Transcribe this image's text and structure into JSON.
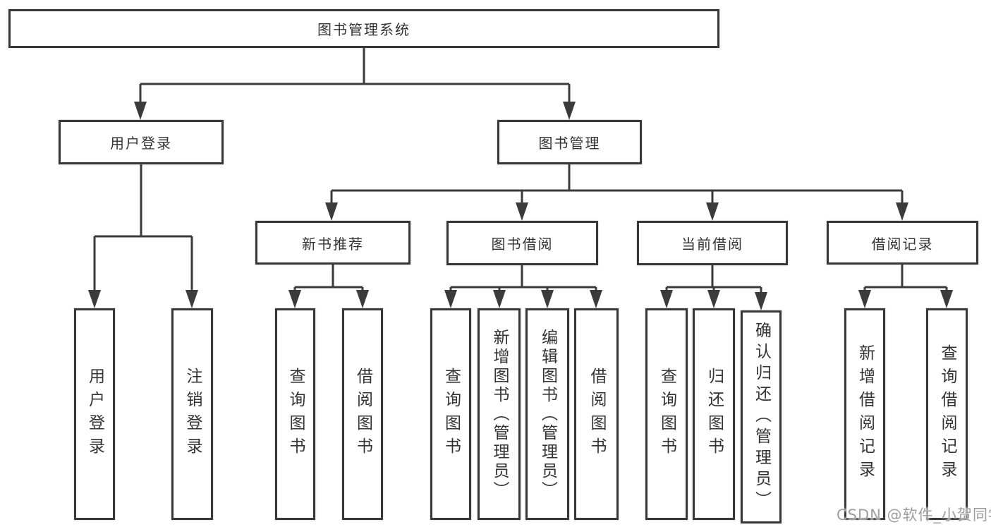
{
  "colors": {
    "border": "#383838",
    "line": "#3b3b3b",
    "text": "#333333",
    "watermark": "#9e9e9e",
    "background": "#ffffff"
  },
  "tree": {
    "root": {
      "label": "图书管理系统",
      "children": [
        {
          "label": "用户登录",
          "children": [
            {
              "label": "用户登录"
            },
            {
              "label": "注销登录"
            }
          ]
        },
        {
          "label": "图书管理",
          "children": [
            {
              "label": "新书推荐",
              "children": [
                {
                  "label": "查询图书"
                },
                {
                  "label": "借阅图书"
                }
              ]
            },
            {
              "label": "图书借阅",
              "children": [
                {
                  "label": "查询图书"
                },
                {
                  "label": "新增图书（管理员）"
                },
                {
                  "label": "编辑图书（管理员）"
                },
                {
                  "label": "借阅图书"
                }
              ]
            },
            {
              "label": "当前借阅",
              "children": [
                {
                  "label": "查询图书"
                },
                {
                  "label": "归还图书"
                },
                {
                  "label": "确认归还（管理员）"
                }
              ]
            },
            {
              "label": "借阅记录",
              "children": [
                {
                  "label": "新增借阅记录"
                },
                {
                  "label": "查询借阅记录"
                }
              ]
            }
          ]
        }
      ]
    }
  },
  "watermark": {
    "text": "CSDN @软件_小贺同学"
  }
}
